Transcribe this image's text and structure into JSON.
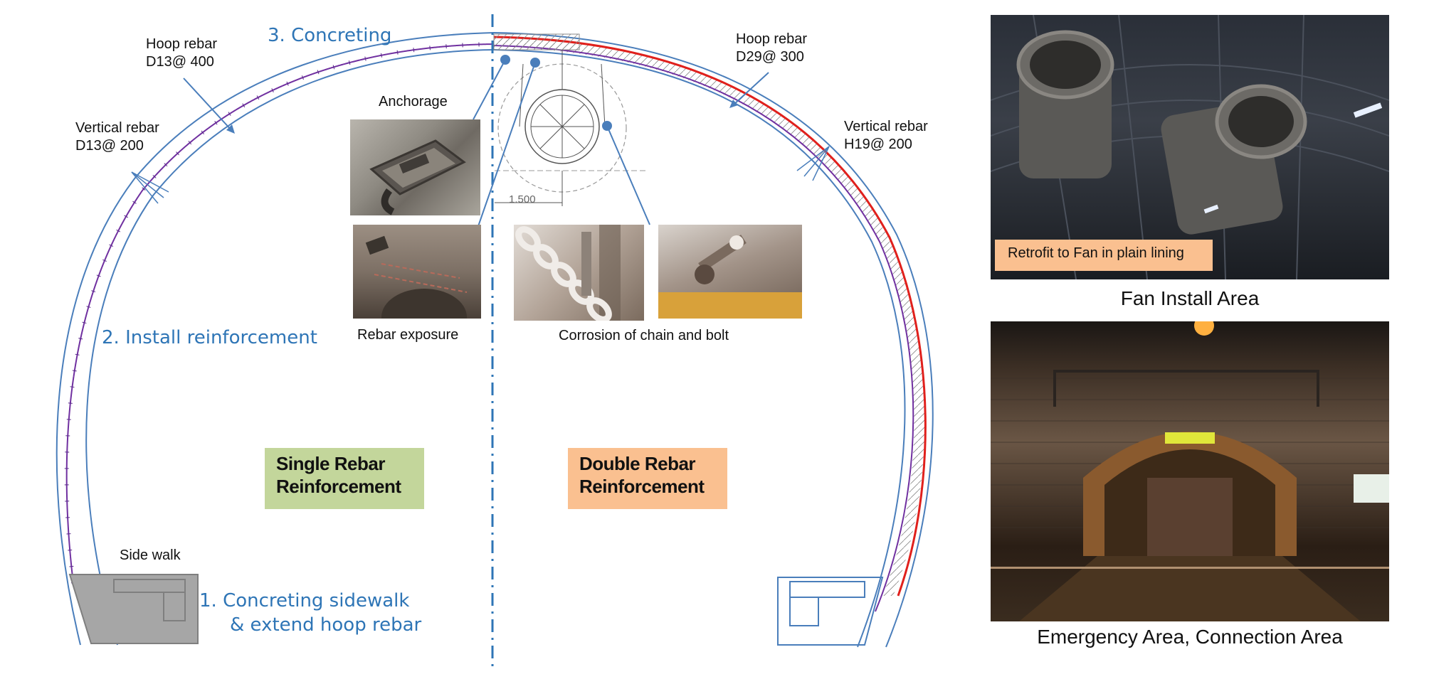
{
  "steps": {
    "concreting": "3. Concreting",
    "install_reinforcement": "2. Install reinforcement",
    "sidewalk_line1": "1.   Concreting sidewalk",
    "sidewalk_line2": "& extend hoop rebar"
  },
  "labels": {
    "hoop_left_1": "Hoop rebar",
    "hoop_left_2": "D13@ 400",
    "vert_left_1": "Vertical rebar",
    "vert_left_2": "D13@ 200",
    "hoop_right_1": "Hoop rebar",
    "hoop_right_2": "D29@ 300",
    "vert_right_1": "Vertical rebar",
    "vert_right_2": "H19@ 200",
    "anchorage": "Anchorage",
    "rebar_exposure": "Rebar exposure",
    "corrosion": "Corrosion of chain and bolt",
    "side_walk": "Side walk",
    "dimension": "1.500"
  },
  "tags": {
    "single_line1": "Single Rebar",
    "single_line2": "Reinforcement",
    "double_line1": "Double Rebar",
    "double_line2": "Reinforcement"
  },
  "photos": {
    "fan_callout": "Retrofit to Fan in plain lining",
    "fan_caption": "Fan Install Area",
    "emergency_caption": "Emergency Area, Connection Area"
  },
  "colors": {
    "tunnel_outline": "#4a7ebb",
    "step_text": "#2e75b6",
    "rebar_red": "#e0201c",
    "rebar_purple": "#7030a0",
    "single_tag": "#c3d69b",
    "double_tag": "#fac090",
    "fan_callout_bg": "#fac090"
  }
}
